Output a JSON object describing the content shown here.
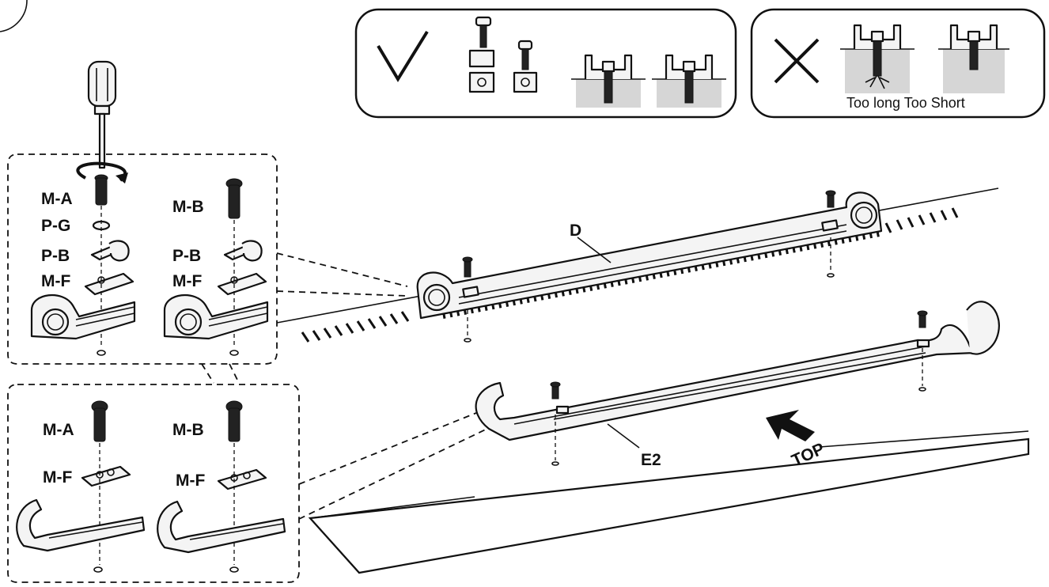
{
  "checks": {
    "ok_symbol": "correct-check-icon",
    "bad_symbol": "wrong-cross-icon",
    "bad_caption": "Too long Too Short"
  },
  "detail_top": {
    "left": {
      "labels": [
        "M-A",
        "P-G",
        "P-B",
        "M-F"
      ]
    },
    "right": {
      "labels": [
        "M-B",
        "P-B",
        "M-F"
      ]
    }
  },
  "detail_bottom": {
    "left": {
      "labels": [
        "M-A",
        "M-F"
      ]
    },
    "right": {
      "labels": [
        "M-B",
        "M-F"
      ]
    }
  },
  "main": {
    "bracket_d_label": "D",
    "bracket_e2_label": "E2",
    "direction_label": "TOP"
  }
}
